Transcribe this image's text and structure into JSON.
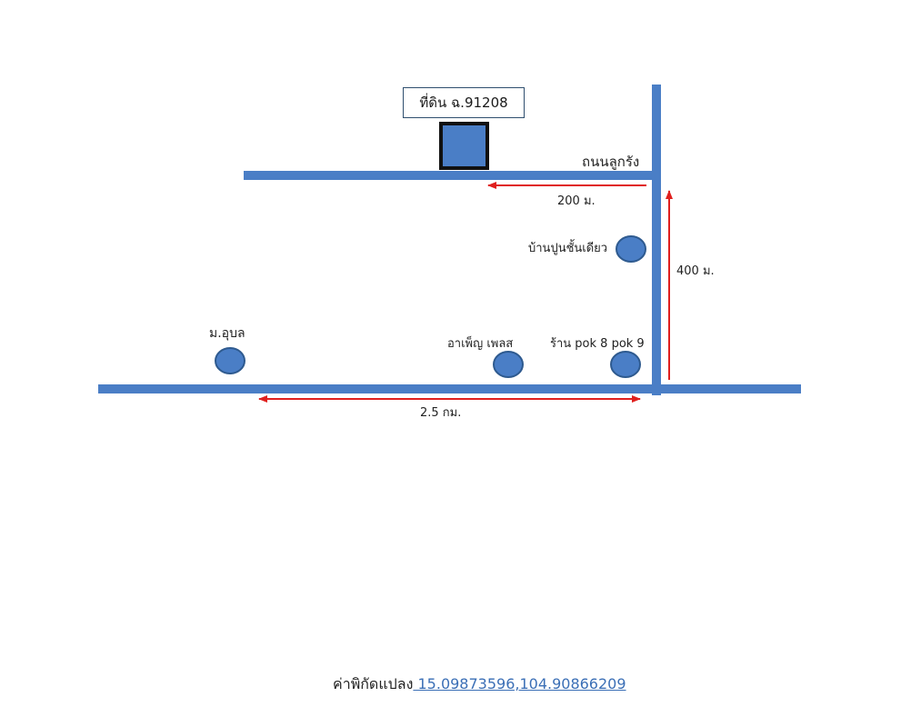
{
  "plot_label": "ที่ดิน ฉ.91208",
  "road_name": "ถนนลูกรัง",
  "distances": {
    "upper_road": "200 ม.",
    "side_road": "400 ม.",
    "main_road": "2.5 กม."
  },
  "landmarks": {
    "house": "บ้านปูนชั้นเดียว",
    "university": "ม.อุบล",
    "apartment": "อาเพ็ญ เพลส",
    "shop": "ร้าน pok 8 pok 9"
  },
  "coordinates": {
    "label": "ค่าพิกัดแปลง",
    "value": " 15.09873596,104.90866209"
  },
  "colors": {
    "road": "#4a7ec6",
    "marker": "#4a7ec6",
    "marker_border": "#2e5a8f",
    "arrow": "#e0201e",
    "plot_border": "#111111"
  }
}
